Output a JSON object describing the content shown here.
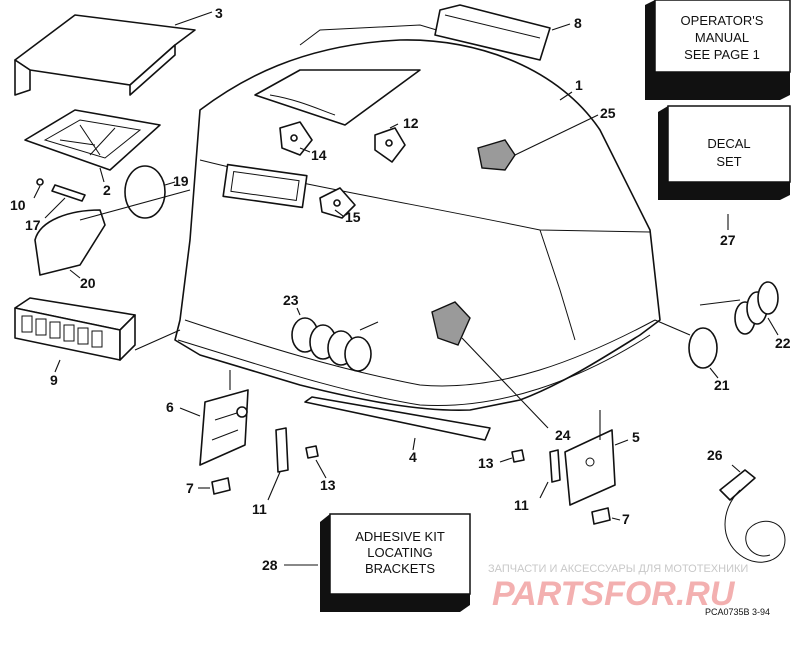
{
  "callouts": {
    "n1": "1",
    "n2": "2",
    "n3": "3",
    "n4": "4",
    "n5": "5",
    "n6": "6",
    "n7a": "7",
    "n7b": "7",
    "n8": "8",
    "n9": "9",
    "n10": "10",
    "n11a": "11",
    "n11b": "11",
    "n12": "12",
    "n13a": "13",
    "n13b": "13",
    "n14": "14",
    "n15": "15",
    "n17": "17",
    "n19": "19",
    "n20": "20",
    "n21": "21",
    "n22": "22",
    "n23": "23",
    "n24": "24",
    "n25": "25",
    "n26": "26",
    "n27": "27",
    "n28": "28"
  },
  "boxes": {
    "operators_manual": [
      "OPERATOR'S",
      "MANUAL",
      "SEE PAGE 1"
    ],
    "decal_set": [
      "DECAL",
      "SET"
    ],
    "adhesive_kit": [
      "ADHESIVE KIT",
      "LOCATING",
      "BRACKETS"
    ]
  },
  "watermark": {
    "line1": "ЗАПЧАСТИ И АКСЕССУАРЫ ДЛЯ МОТОТЕХНИКИ",
    "line2": "PARTSFOR.RU"
  },
  "figure_code": "PCA0735B   3-94"
}
